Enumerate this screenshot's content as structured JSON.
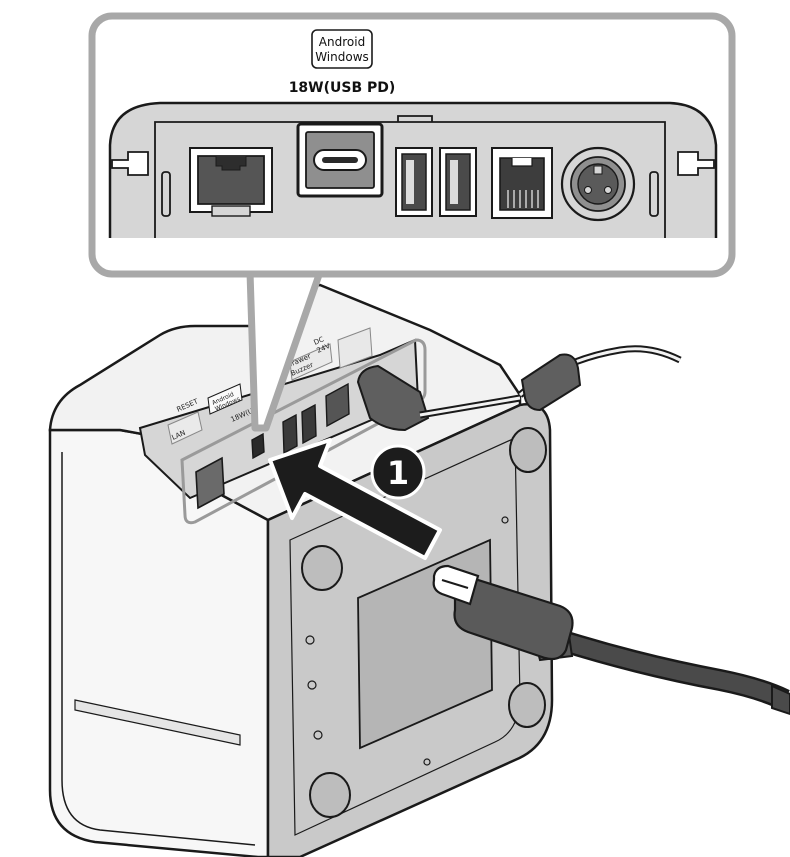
{
  "callout": {
    "badge_line1": "Android",
    "badge_line2": "Windows",
    "power_label": "18W(USB PD)"
  },
  "printer_panel": {
    "reset_label": "RESET",
    "lan_label": "LAN",
    "badge_line1": "Android",
    "badge_line2": "Windows",
    "power_label": "18W(U",
    "drawer_label": "Drawer",
    "buzzer_label": "Buzzer",
    "dc_label": "DC",
    "dc_voltage": "24V"
  },
  "step": {
    "number": "1"
  },
  "colors": {
    "outline": "#1a1a1a",
    "callout_frame": "#a8a8a8",
    "panel_fill": "#d6d6d6",
    "body_fill": "#f7f7f7",
    "side_fill": "#c9c9c9",
    "arrow_fill": "#1c1c1c",
    "highlight_fill": "#ffffff"
  }
}
